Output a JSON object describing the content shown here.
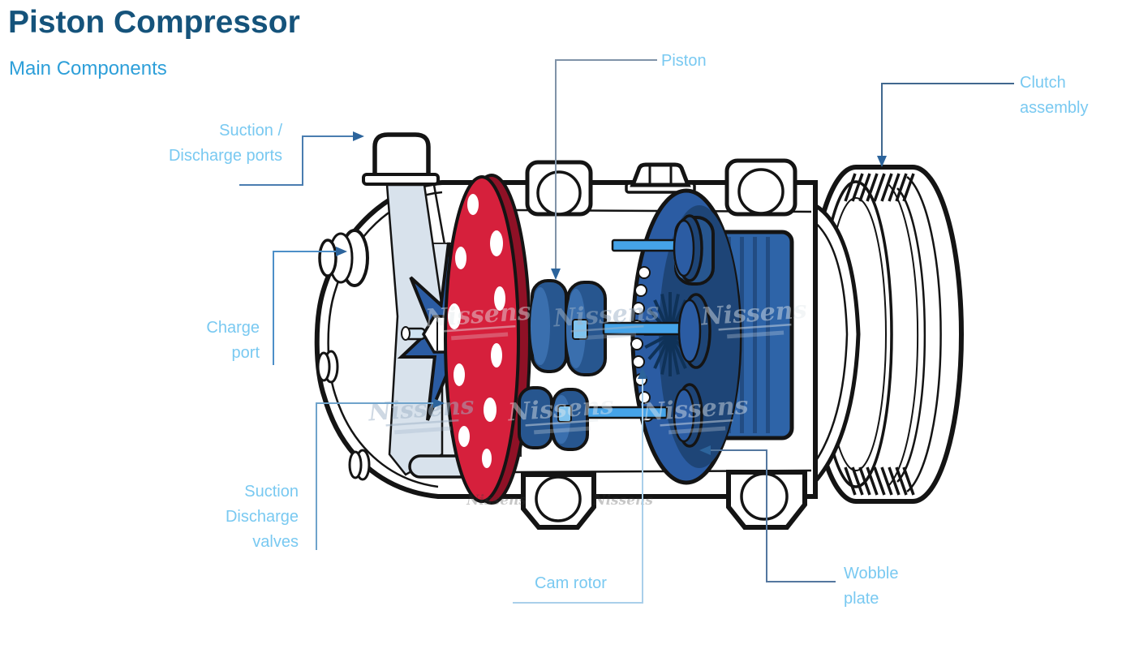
{
  "header": {
    "title": "Piston Compressor",
    "subtitle": "Main Components"
  },
  "labels": {
    "piston": "Piston",
    "clutch_assembly": "Clutch assembly",
    "suction_discharge_ports": "Suction / Discharge ports",
    "charge_port": "Charge port",
    "suction_discharge_valves": "Suction Discharge valves",
    "cam_rotor": "Cam rotor",
    "wobble_plate": "Wobble plate"
  },
  "watermark": {
    "text": "Nissens"
  },
  "colors": {
    "title": "#15537B",
    "subtitle": "#2D9FD9",
    "label_text": "#79C9F1",
    "outline": "#141414",
    "valve_plate_red": "#D6203C",
    "valve_plate_red_dark": "#8F1126",
    "part_blue": "#2B5CA3",
    "part_blue_dark": "#1E4577",
    "piston_blue": "#27568F",
    "shaft_light_blue": "#45A3E8",
    "panel_gray": "#D8E2EC",
    "arrow_blue": "#2C649C"
  }
}
